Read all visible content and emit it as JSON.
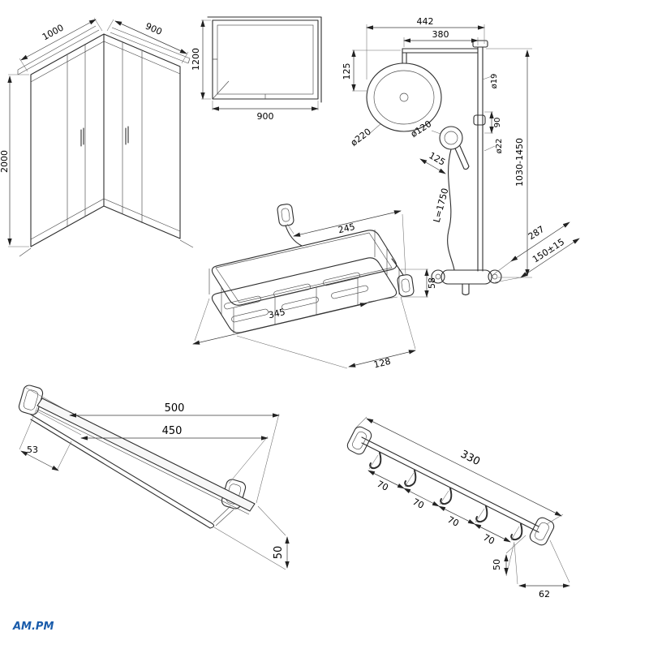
{
  "brand": {
    "logo": "AM.PM"
  },
  "drawings": {
    "enclosure": {
      "width": "1000",
      "depth": "900",
      "height": "2000"
    },
    "plan": {
      "depth": "1200",
      "width": "900"
    },
    "shower": {
      "overall_width": "442",
      "arm_length": "380",
      "head_drop": "125",
      "head_diameter": "ø220",
      "hand_diameter": "ø120",
      "hand_length": "125",
      "hose_length": "L=1750",
      "pipe_diameter": "ø19",
      "bracket": "90",
      "tube_diameter": "ø22",
      "height_range": "1030-1450",
      "projection": "287",
      "wall_distance": "150±15"
    },
    "basket": {
      "mount_distance": "245",
      "length": "345",
      "depth": "128",
      "height": "58"
    },
    "shelf": {
      "overall_length": "500",
      "bar_length": "450",
      "bracket": "53",
      "drop": "50"
    },
    "rail": {
      "length": "330",
      "hook_pitch": [
        "70",
        "70",
        "70",
        "70"
      ],
      "hook_drop": "50",
      "end_offset": "62"
    }
  }
}
